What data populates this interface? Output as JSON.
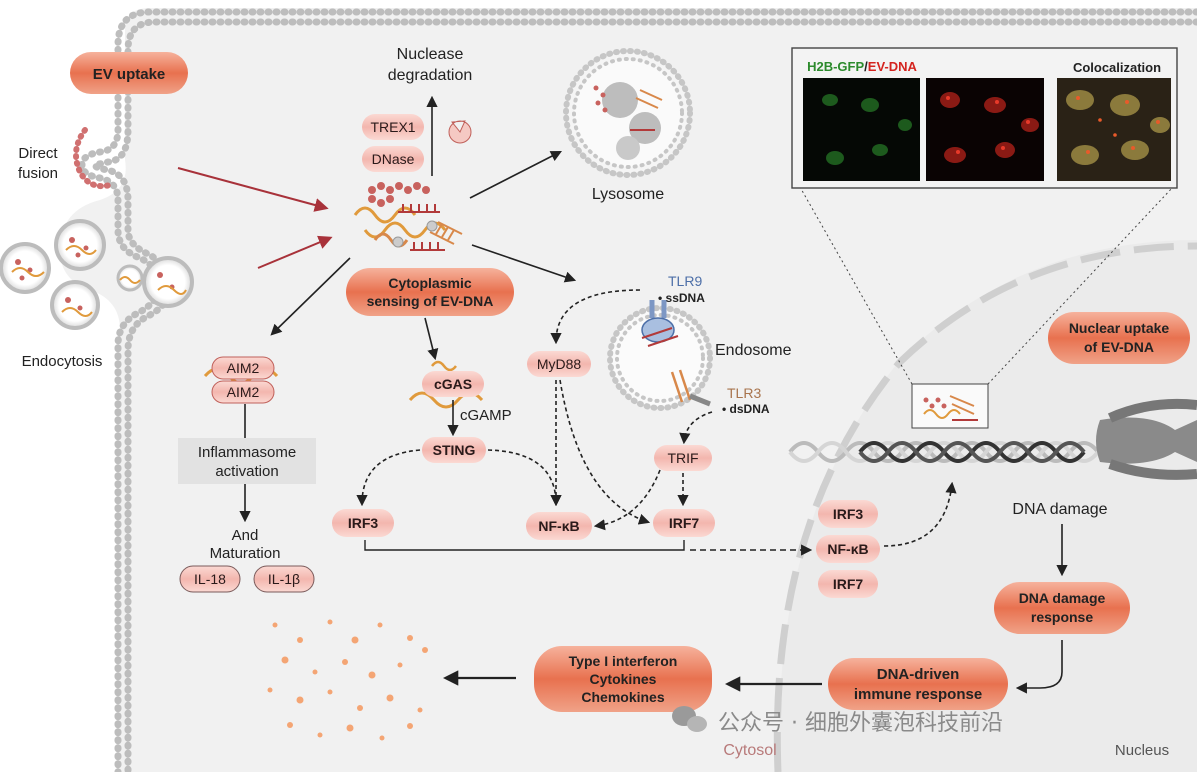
{
  "labels": {
    "ev_uptake": "EV uptake",
    "direct_fusion_1": "Direct",
    "direct_fusion_2": "fusion",
    "endocytosis": "Endocytosis",
    "nuclease_1": "Nuclease",
    "nuclease_2": "degradation",
    "trex1": "TREX1",
    "dnase": "DNase",
    "lysosome": "Lysosome",
    "sensing_1": "Cytoplasmic",
    "sensing_2": "sensing of EV-DNA",
    "aim2_top": "AIM2",
    "aim2_bottom": "AIM2",
    "inflammasome_1": "Inflammasome",
    "inflammasome_2": "activation",
    "and": "And",
    "maturation": "Maturation",
    "il18": "IL-18",
    "il1b": "IL-1β",
    "cgas": "cGAS",
    "cgamp": "cGAMP",
    "sting": "STING",
    "irf3_left": "IRF3",
    "nfkb_center": "NF-κB",
    "irf7_center": "IRF7",
    "myd88": "MyD88",
    "tlr9": "TLR9",
    "ssdna": "ssDNA",
    "endosome": "Endosome",
    "tlr3": "TLR3",
    "dsdna": "dsDNA",
    "trif": "TRIF",
    "irf3_right": "IRF3",
    "nfkb_right": "NF-κB",
    "irf7_right": "IRF7",
    "dna_damage": "DNA damage",
    "dna_damage_response_1": "DNA damage",
    "dna_damage_response_2": "response",
    "immune_response_1": "DNA-driven",
    "immune_response_2": "immune response",
    "ifn_1": "Type I interferon",
    "ifn_2": "Cytokines",
    "ifn_3": "Chemokines",
    "nuclear_uptake_1": "Nuclear uptake",
    "nuclear_uptake_2": "of EV-DNA",
    "cytosol": "Cytosol",
    "nucleus": "Nucleus",
    "micro_h2b": "H2B-GFP",
    "micro_slash": "/",
    "micro_evdna": "EV-DNA",
    "micro_coloc": "Colocalization",
    "watermark": "公众号 · 细胞外囊泡科技前沿"
  },
  "colors": {
    "accent_orange": "#e8714f",
    "pill_pink": "#f6c6c0",
    "membrane_grey": "#b9b9b9",
    "dna_orange": "#e09a3c",
    "dna_red": "#b23a3a",
    "arrow_red": "#a8323a",
    "tlr9_blue": "#4d6fa8",
    "tlr3_brown": "#a8744d",
    "green_label": "#2c8a2c",
    "red_label": "#d4241f"
  }
}
